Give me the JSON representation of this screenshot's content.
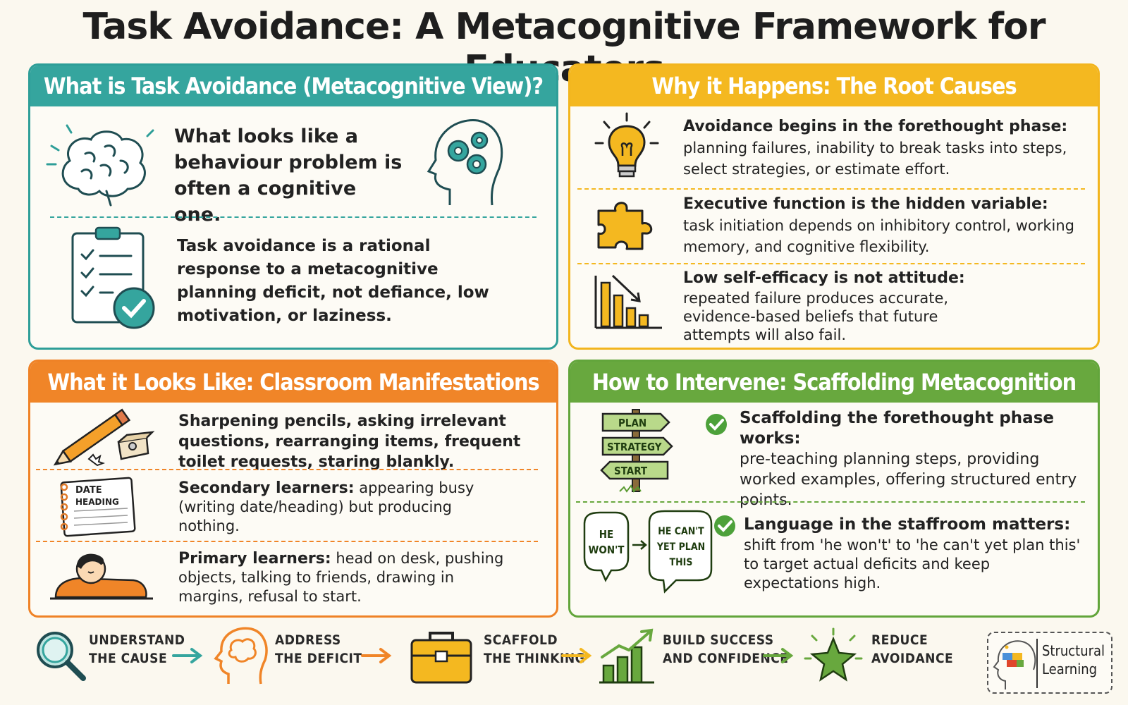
{
  "title": "Task Avoidance: A Metacognitive Framework for Educators",
  "panels": {
    "what_is": {
      "heading": "What is Task Avoidance (Metacognitive View)?",
      "statement1": "What looks like a behaviour problem is often a cognitive one.",
      "statement2": "Task avoidance is a rational response to a metacognitive planning deficit, not defiance, low motivation, or laziness."
    },
    "why": {
      "heading": "Why it Happens: The Root Causes",
      "items": [
        {
          "lead": "Avoidance begins in the forethought phase:",
          "body": "planning failures, inability to break tasks into steps, select strategies, or estimate effort."
        },
        {
          "lead": "Executive function is the hidden variable:",
          "body": "task initiation depends on inhibitory control, working memory, and cognitive flexibility."
        },
        {
          "lead": "Low self-efficacy is not attitude:",
          "body": "repeated failure produces accurate, evidence-based beliefs that future attempts will also fail."
        }
      ]
    },
    "looks_like": {
      "heading": "What it Looks Like: Classroom Manifestations",
      "items": [
        {
          "lead": "",
          "body": "Sharpening pencils, asking irrelevant questions, rearranging items, frequent toilet requests, staring blankly."
        },
        {
          "lead": "Secondary learners:",
          "body": "appearing busy (writing date/heading) but producing nothing."
        },
        {
          "lead": "Primary learners:",
          "body": "head on desk, pushing objects, talking to friends, drawing in margins, refusal to start."
        }
      ],
      "notebook_lines": [
        "DATE",
        "HEADING"
      ]
    },
    "intervene": {
      "heading": "How to Intervene: Scaffolding Metacognition",
      "items": [
        {
          "lead": "Scaffolding the forethought phase works:",
          "body": "pre-teaching planning steps, providing worked examples, offering structured entry points."
        },
        {
          "lead": "Language in the staffroom matters:",
          "body": "shift from 'he won't' to 'he can't yet plan this' to target actual deficits and keep expectations high."
        }
      ],
      "signpost": [
        "PLAN",
        "STRATEGY",
        "START"
      ],
      "bubble_from": "HE WON'T",
      "bubble_to": "HE CAN'T YET PLAN THIS"
    }
  },
  "flow": [
    {
      "line1": "UNDERSTAND",
      "line2": "THE CAUSE",
      "icon": "magnifier-icon"
    },
    {
      "line1": "ADDRESS",
      "line2": "THE DEFICIT",
      "icon": "brain-head-icon"
    },
    {
      "line1": "SCAFFOLD",
      "line2": "THE THINKING",
      "icon": "toolbox-icon"
    },
    {
      "line1": "BUILD SUCCESS",
      "line2": "AND CONFIDENCE",
      "icon": "growth-chart-icon"
    },
    {
      "line1": "REDUCE",
      "line2": "AVOIDANCE",
      "icon": "star-icon"
    }
  ],
  "logo": {
    "line1": "Structural",
    "line2": "Learning"
  },
  "colors": {
    "teal": "#35a59e",
    "yellow": "#f4b820",
    "orange": "#f08528",
    "green": "#68a83e"
  }
}
